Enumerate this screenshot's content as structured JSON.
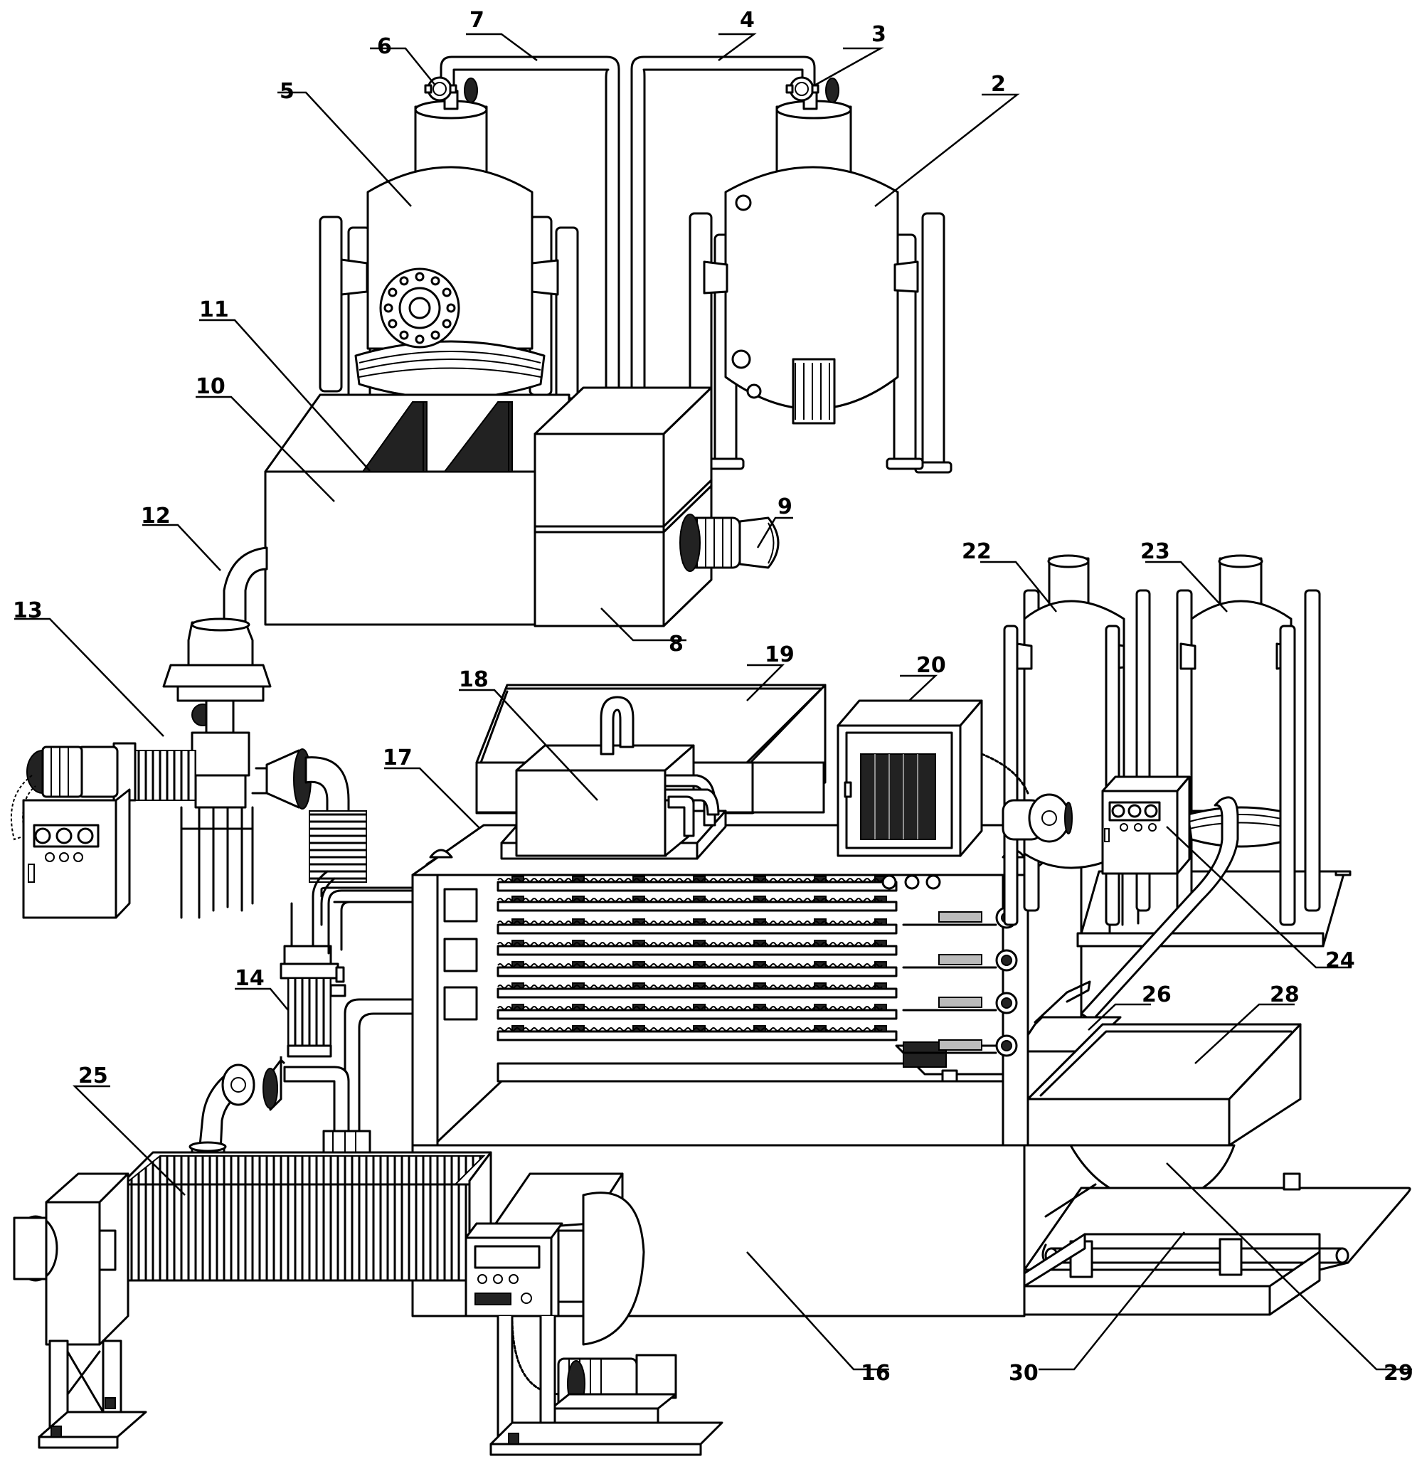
{
  "labels": {
    "l2": "2",
    "l3": "3",
    "l4": "4",
    "l5": "5",
    "l6": "6",
    "l7": "7",
    "l8": "8",
    "l9": "9",
    "l10": "10",
    "l11": "11",
    "l12": "12",
    "l13": "13",
    "l14": "14",
    "l16": "16",
    "l17": "17",
    "l18": "18",
    "l19": "19",
    "l20": "20",
    "l22": "22",
    "l23": "23",
    "l24": "24",
    "l25": "25",
    "l26": "26",
    "l28": "28",
    "l29": "29",
    "l30": "30"
  }
}
